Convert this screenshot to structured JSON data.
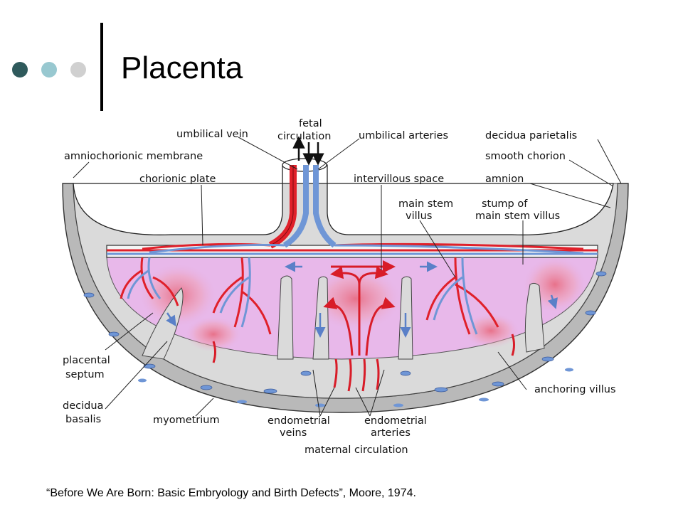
{
  "slide": {
    "title": "Placenta",
    "citation": "“Before We Are Born: Basic Embryology and Birth Defects”, Moore, 1974."
  },
  "colors": {
    "dot_dark": "#2f5a5c",
    "dot_teal": "#98c8d0",
    "dot_light": "#d0d0d0",
    "artery_red": "#e0202a",
    "vein_blue": "#6f96d6",
    "intervillous_pink": "#e8b4e6",
    "decidua_grey": "#d6d6d6",
    "myometrium_grey": "#b4b4b4"
  },
  "diagram": {
    "labels": {
      "fetal_circulation_1": "fetal",
      "fetal_circulation_2": "circulation",
      "umbilical_vein": "umbilical vein",
      "umbilical_arteries": "umbilical arteries",
      "decidua_parietalis": "decidua parietalis",
      "amniochorionic_membrane": "amniochorionic membrane",
      "smooth_chorion": "smooth chorion",
      "chorionic_plate": "chorionic plate",
      "intervillous_space": "intervillous space",
      "amnion": "amnion",
      "main_stem_villus_1": "main stem",
      "main_stem_villus_2": "villus",
      "stump_1": "stump of",
      "stump_2": "main stem villus",
      "placental_septum_1": "placental",
      "placental_septum_2": "septum",
      "anchoring_villus": "anchoring villus",
      "decidua_basalis_1": "decidua",
      "decidua_basalis_2": "basalis",
      "myometrium": "myometrium",
      "endometrial_veins_1": "endometrial",
      "endometrial_veins_2": "veins",
      "endometrial_arteries_1": "endometrial",
      "endometrial_arteries_2": "arteries",
      "maternal_circulation": "maternal circulation"
    }
  }
}
